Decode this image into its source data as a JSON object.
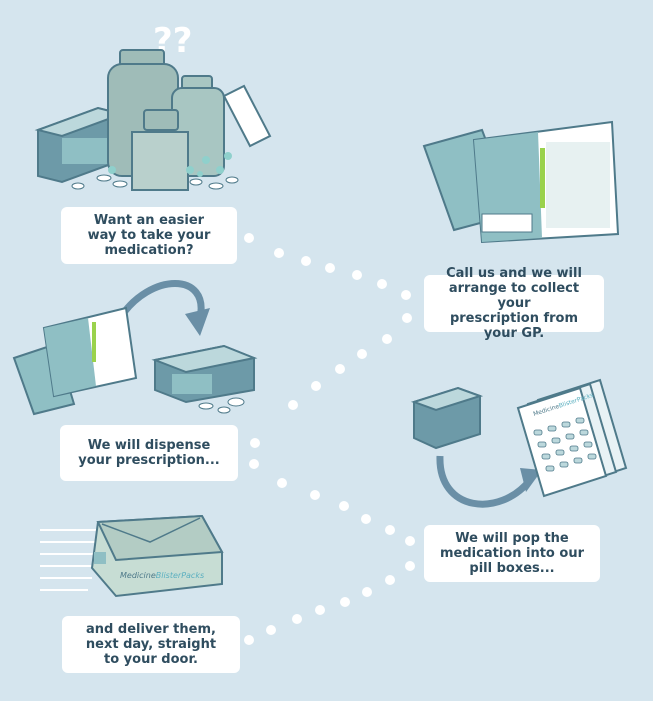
{
  "colors": {
    "background": "#d5e5ee",
    "card": "#ffffff",
    "text": "#2f4d5f",
    "teal": "#8fbfc4",
    "box_side": "#6d9aa8",
    "outline": "#4f7a8a",
    "arrow": "#6a8fa6",
    "dots": "#ffffff",
    "green_stripe": "#9ad24c"
  },
  "question_marks": "??",
  "steps": [
    {
      "id": "ask",
      "text": "Want an easier\nway to take your\nmedication?"
    },
    {
      "id": "collect",
      "text": "Call us and we will\narrange to collect your\nprescription from your GP."
    },
    {
      "id": "dispense",
      "text": "We will dispense\nyour prescription..."
    },
    {
      "id": "pack",
      "text": "We will pop the\nmedication into our\npill boxes..."
    },
    {
      "id": "deliver",
      "text": "and deliver them,\nnext day, straight\nto your door."
    }
  ],
  "branding": {
    "pack_brand_part1": "Medicine",
    "pack_brand_part2": "BlisterPacks"
  },
  "icons": [
    "medicine-bottles-icon",
    "prescription-forms-icon",
    "curved-arrow-icon",
    "medicine-box-icon",
    "blister-pack-icon",
    "delivery-parcel-icon",
    "pill-icon"
  ]
}
